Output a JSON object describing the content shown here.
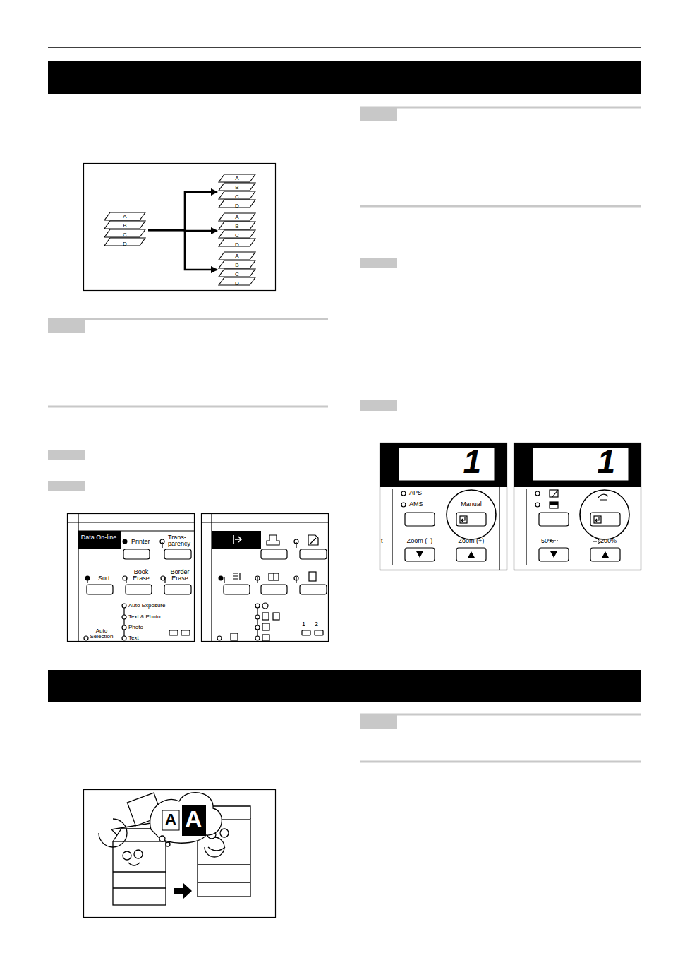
{
  "diagram": {
    "nodes": [
      {
        "text": [
          "A",
          "B",
          "C",
          "D"
        ]
      },
      {
        "text": [
          "A",
          "B",
          "C",
          "D"
        ]
      },
      {
        "text": [
          "A",
          "B",
          "C",
          "D"
        ]
      },
      {
        "text": [
          "A",
          "B",
          "C",
          "D"
        ]
      }
    ],
    "edges": [
      {
        "from": 0,
        "to": 1,
        "arrow": "to"
      },
      {
        "from": 0,
        "to": 2,
        "arrow": "to"
      },
      {
        "from": 0,
        "to": 3,
        "arrow": "to"
      }
    ],
    "labels": [
      "Data On-line",
      "Printer",
      "Trans- parency",
      "Sort",
      "Book Erase",
      "Border Erase",
      "Auto Exposure",
      "Text & Photo",
      "Photo",
      "Auto Selection",
      "Text",
      "1",
      "2",
      "1",
      "APS",
      "AMS",
      "Manual",
      "t",
      "Zoom (–)",
      "Zoom (+)",
      "1",
      "50%",
      "200%",
      "A",
      "A"
    ]
  }
}
